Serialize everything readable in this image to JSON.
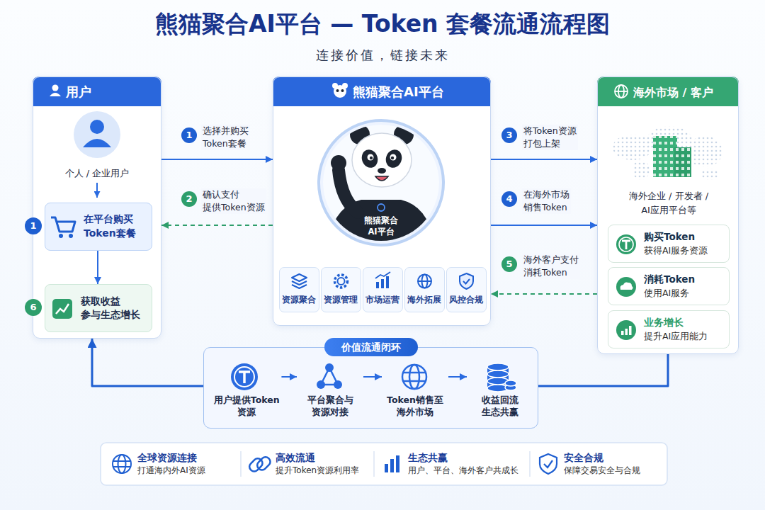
{
  "diagram": {
    "title": "熊猫聚合AI平台 — Token 套餐流通流程图",
    "nodes": [
      {
        "text": [
          "用户"
        ]
      },
      {
        "text": [
          "在平台购买 Token套餐"
        ],
        "in": 0
      },
      {
        "text": [
          "获取收益 参与生态增长"
        ],
        "in": 0
      },
      {
        "text": [
          "熊猫聚合AI平台"
        ]
      },
      {
        "text": [
          "资源聚合"
        ],
        "in": 3
      },
      {
        "text": [
          "资源管理"
        ],
        "in": 3
      },
      {
        "text": [
          "市场运营"
        ],
        "in": 3
      },
      {
        "text": [
          "海外拓展"
        ],
        "in": 3
      },
      {
        "text": [
          "风控合规"
        ],
        "in": 3
      },
      {
        "text": [
          "海外市场 / 客户",
          "海外企业 / 开发者 / AI应用平台等"
        ]
      },
      {
        "text": [
          "购买Token",
          "获得AI服务资源"
        ],
        "in": 9
      },
      {
        "text": [
          "消耗Token",
          "使用AI服务"
        ],
        "in": 9
      },
      {
        "text": [
          "业务增长",
          "提升AI应用能力"
        ],
        "in": 9
      },
      {
        "text": [
          "价值流通闭环"
        ]
      },
      {
        "text": [
          "用户提供Token 资源"
        ],
        "in": 13
      },
      {
        "text": [
          "平台聚合与 资源对接"
        ],
        "in": 13
      },
      {
        "text": [
          "Token销售至 海外市场"
        ],
        "in": 13
      },
      {
        "text": [
          "收益回流 生态共赢"
        ],
        "in": 13
      },
      {
        "text": [
          "全球资源连接",
          "打通海内外AI资源"
        ]
      },
      {
        "text": [
          "高效流通",
          "提升Token资源利用率"
        ]
      },
      {
        "text": [
          "生态共赢",
          "用户、平台、海外客户共成长"
        ]
      },
      {
        "text": [
          "安全合规",
          "保障交易安全与合规"
        ]
      }
    ],
    "edges": [
      {
        "from": 0,
        "to": 3,
        "arrow": "to",
        "label": "选择并购买 Token套餐"
      },
      {
        "from": 3,
        "to": 0,
        "arrow": "to",
        "label": "确认支付 提供Token资源"
      },
      {
        "from": 3,
        "to": 9,
        "arrow": "to",
        "label": "将Token资源 打包上架"
      },
      {
        "from": 3,
        "to": 9,
        "arrow": "to",
        "label": "在海外市场 销售Token"
      },
      {
        "from": 9,
        "to": 3,
        "arrow": "to",
        "label": "海外客户支付 消耗Token"
      },
      {
        "from": 9,
        "to": 0,
        "arrow": "to"
      },
      {
        "from": 1,
        "to": 2,
        "arrow": "to"
      },
      {
        "from": 14,
        "to": 15,
        "arrow": "to"
      },
      {
        "from": 15,
        "to": 16,
        "arrow": "to"
      },
      {
        "from": 16,
        "to": 17,
        "arrow": "to"
      }
    ],
    "labels": [
      "连接价值，链接未来",
      "个人 / 企业用户",
      "1",
      "6",
      "熊猫聚合 AI平台",
      "1",
      "2",
      "3",
      "4",
      "5"
    ]
  }
}
